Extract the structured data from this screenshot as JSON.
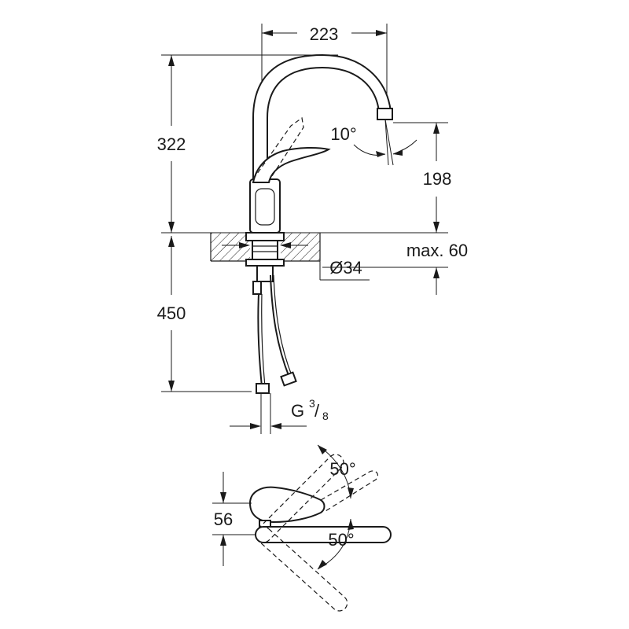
{
  "dimensions": {
    "width_top": "223",
    "height_total": "322",
    "angle_spout": "10°",
    "spout_height": "198",
    "deck_max": "max. 60",
    "hole_diameter": "Ø34",
    "hose_length": "450",
    "thread": "G",
    "thread_num": "3",
    "thread_den": "8",
    "angle_top": "50°",
    "lever_width": "56",
    "angle_bottom": "50°"
  },
  "colors": {
    "line": "#1a1a1a",
    "background": "#ffffff"
  }
}
